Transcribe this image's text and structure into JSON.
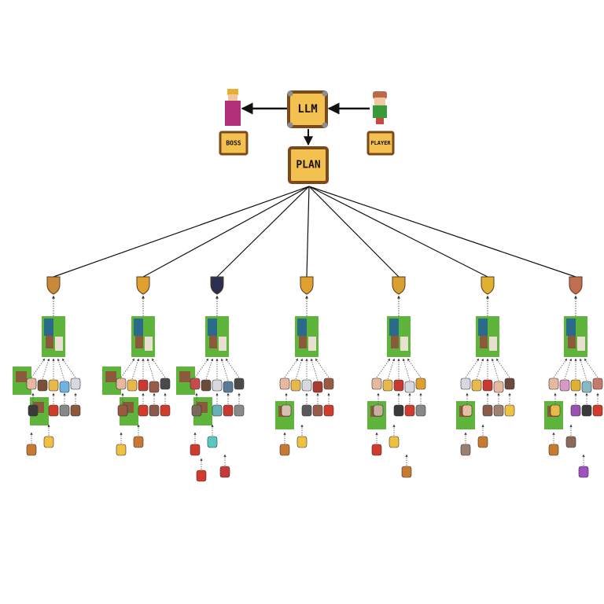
{
  "nodes": {
    "llm": "LLM",
    "plan": "PLAN",
    "boss": "BOSS",
    "player": "PLAYER"
  },
  "colors": {
    "sign_fill": "#f2c150",
    "sign_border": "#7a4a1c",
    "bolt": "#8a8f96",
    "grass": "#5fb43c",
    "edge": "#111111"
  },
  "branches": [
    {
      "goal_icon": "shield-icon",
      "goal_color": "#c88a3a",
      "leaves": [
        "#7a4f3a",
        "#e8b84a",
        "#6fb3e0",
        "#d8d8e0",
        "#e6b8a0",
        "#3a3a3a",
        "#d23a2a",
        "#888888",
        "#8a5a3a",
        "#f0c040",
        "#c87a30"
      ]
    },
    {
      "goal_icon": "armor-icon",
      "goal_color": "#e0a030",
      "leaves": [
        "#e8b84a",
        "#c83a30",
        "#9a5a4a",
        "#4a4a4a",
        "#e6b8a0",
        "#9a5a40",
        "#d23a2a",
        "#8a5a4a",
        "#d23a2a",
        "#c87a30",
        "#f0c040"
      ]
    },
    {
      "goal_icon": "helmet-icon",
      "goal_color": "#2a3050",
      "leaves": [
        "#6a4a3a",
        "#d8d8e0",
        "#5a7a9a",
        "#4a4a4a",
        "#c84a4a",
        "#7a6a5a",
        "#6ab0b8",
        "#c83a30",
        "#8a8a8a",
        "#5ac8c0",
        "#d23a2a",
        "#c83a3a",
        "#d23a2a"
      ]
    },
    {
      "goal_icon": "gloves-icon",
      "goal_color": "#e0a030",
      "leaves": [
        "#e8b84a",
        "#d8d8e0",
        "#a83a30",
        "#9a5a40",
        "#e6b8a0",
        "#d8c0b0",
        "#5a5a5a",
        "#9a5a4a",
        "#d23a2a",
        "#f0c040",
        "#c87a30"
      ]
    },
    {
      "goal_icon": "amulet-icon",
      "goal_color": "#d8a030",
      "leaves": [
        "#e8b84a",
        "#c83a30",
        "#d8d8e0",
        "#e0a030",
        "#e6b8a0",
        "#c8b0a0",
        "#3a3a3a",
        "#d23a2a",
        "#888888",
        "#f0c040",
        "#d23a2a",
        "#c87a30"
      ]
    },
    {
      "goal_icon": "ring-icon",
      "goal_color": "#e0b030",
      "leaves": [
        "#e8b84a",
        "#c83a30",
        "#e6b8a0",
        "#6a4a3a",
        "#d8d8e0",
        "#e6c0a0",
        "#8a5a4a",
        "#a08070",
        "#f0c040",
        "#c87a30",
        "#9a8070"
      ]
    },
    {
      "goal_icon": "necklace-icon",
      "goal_color": "#c07050",
      "leaves": [
        "#d898c8",
        "#e0b030",
        "#8ab8c0",
        "#c87a6a",
        "#e6b8a0",
        "#e8b84a",
        "#9a50b0",
        "#3a3a3a",
        "#d23a2a",
        "#8a6a5a",
        "#c87a30",
        "#a050c0"
      ]
    }
  ]
}
